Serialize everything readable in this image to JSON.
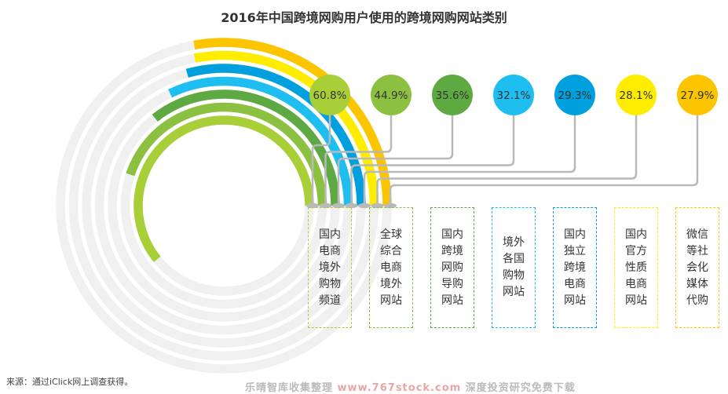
{
  "title": "2016年中国跨境网购用户使用的跨境网购网站类别",
  "source": "来源：通过iClick网上调查获得。",
  "watermark": {
    "left": "乐晴智库收集整理",
    "url": "www.767stock.com",
    "right": "深度投资研究免费下载"
  },
  "colors": {
    "ring_background": "#f0f0f0",
    "connector": "#b9b9b9",
    "text": "#333333",
    "series": [
      "#a9cf38",
      "#8cc041",
      "#5fa943",
      "#1fbef0",
      "#00a0df",
      "#ffed00",
      "#fdc400"
    ],
    "box_borders": [
      "#a9cf38",
      "#8cc041",
      "#5fa943",
      "#1fbef0",
      "#00a0df",
      "#ffed00",
      "#fdc400"
    ]
  },
  "chart_data": {
    "type": "radial-bar",
    "title": "2016年中国跨境网购用户使用的跨境网购网站类别",
    "unit": "%",
    "categories": [
      "国内电商境外购物频道",
      "全球综合电商境外网站",
      "国内跨境网购导购网站",
      "境外各国购物网站",
      "国内独立跨境电商网站",
      "国内官方性质电商网站",
      "微信等社会化媒体代购"
    ],
    "values": [
      60.8,
      44.9,
      35.6,
      32.1,
      29.3,
      28.1,
      27.9
    ],
    "value_labels": [
      "60.8%",
      "44.9%",
      "35.6%",
      "32.1%",
      "29.3%",
      "28.1%",
      "27.9%"
    ]
  }
}
